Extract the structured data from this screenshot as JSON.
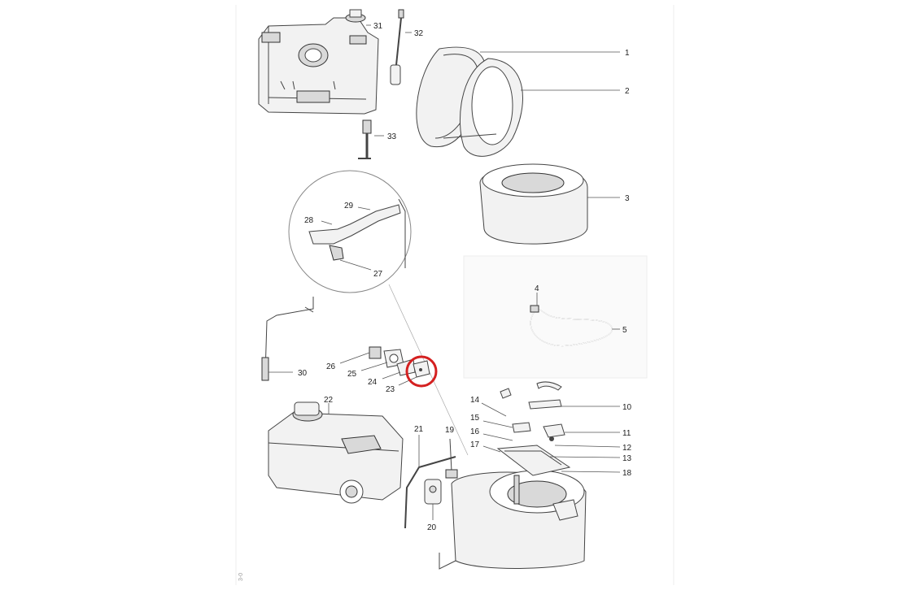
{
  "diagram": {
    "callouts": [
      "1",
      "2",
      "3",
      "4",
      "5",
      "10",
      "11",
      "12",
      "13",
      "14",
      "15",
      "16",
      "17",
      "18",
      "19",
      "20",
      "21",
      "22",
      "23",
      "24",
      "25",
      "26",
      "27",
      "28",
      "29",
      "30",
      "31",
      "32",
      "33"
    ],
    "edge_mark": "3-0",
    "highlight_color": "#d42020",
    "highlighted_part": "23"
  }
}
